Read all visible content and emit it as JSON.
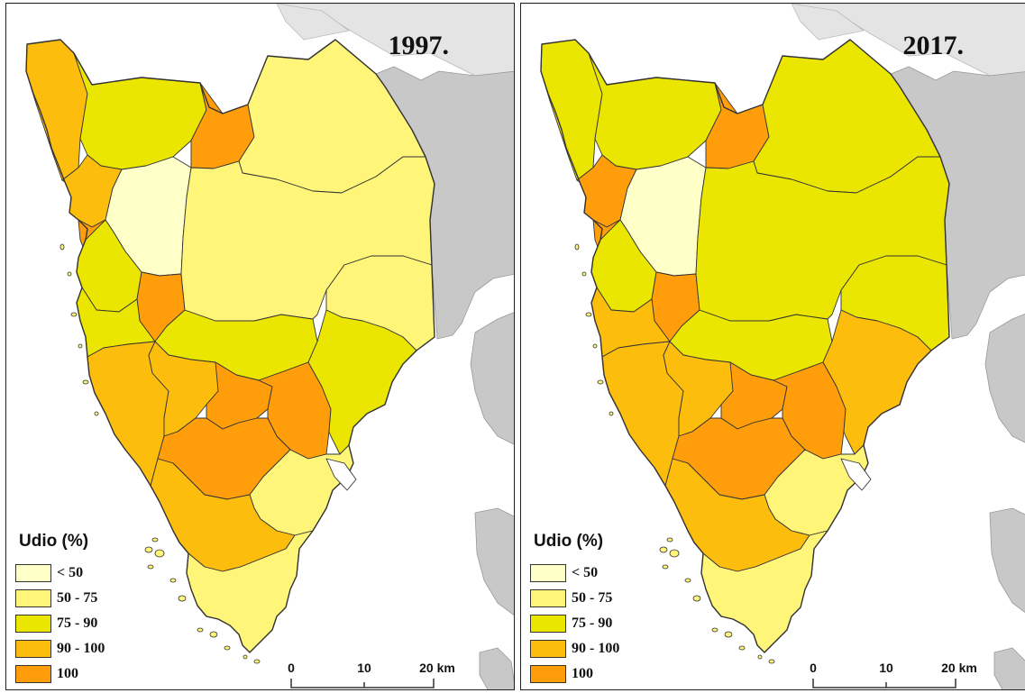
{
  "maps": [
    {
      "year_label": "1997.",
      "region_classes": [
        "90-100",
        "75-90",
        "100",
        "50-75",
        "90-100",
        "<50",
        "100",
        "75-90",
        "100",
        "75-90",
        "90-100",
        "75-90",
        "50-75",
        "50-75",
        "90-100",
        "100",
        "100",
        "100",
        "75-90",
        "50-75",
        "90-100",
        "50-75"
      ]
    },
    {
      "year_label": "2017.",
      "region_classes": [
        "75-90",
        "75-90",
        "100",
        "75-90",
        "100",
        "<50",
        "100",
        "75-90",
        "100",
        "90-100",
        "90-100",
        "75-90",
        "75-90",
        "75-90",
        "90-100",
        "100",
        "100",
        "100",
        "90-100",
        "50-75",
        "90-100",
        "50-75"
      ]
    }
  ],
  "legend": {
    "title": "Udio (%)",
    "classes": [
      {
        "label": "< 50",
        "key": "<50",
        "color": "#ffffc8"
      },
      {
        "label": "50 - 75",
        "key": "50-75",
        "color": "#fff579"
      },
      {
        "label": "75 - 90",
        "key": "75-90",
        "color": "#ebe600"
      },
      {
        "label": "90 - 100",
        "key": "90-100",
        "color": "#fcbd0d"
      },
      {
        "label": "100",
        "key": "100",
        "color": "#ff9e0a"
      }
    ]
  },
  "scale_bar": {
    "ticks": [
      "0",
      "10",
      "20 km"
    ]
  },
  "colors": {
    "neighbor_land": "#c8c8c8",
    "far_land": "#e4e4e4",
    "sea": "#ffffff",
    "border": "#333333"
  }
}
